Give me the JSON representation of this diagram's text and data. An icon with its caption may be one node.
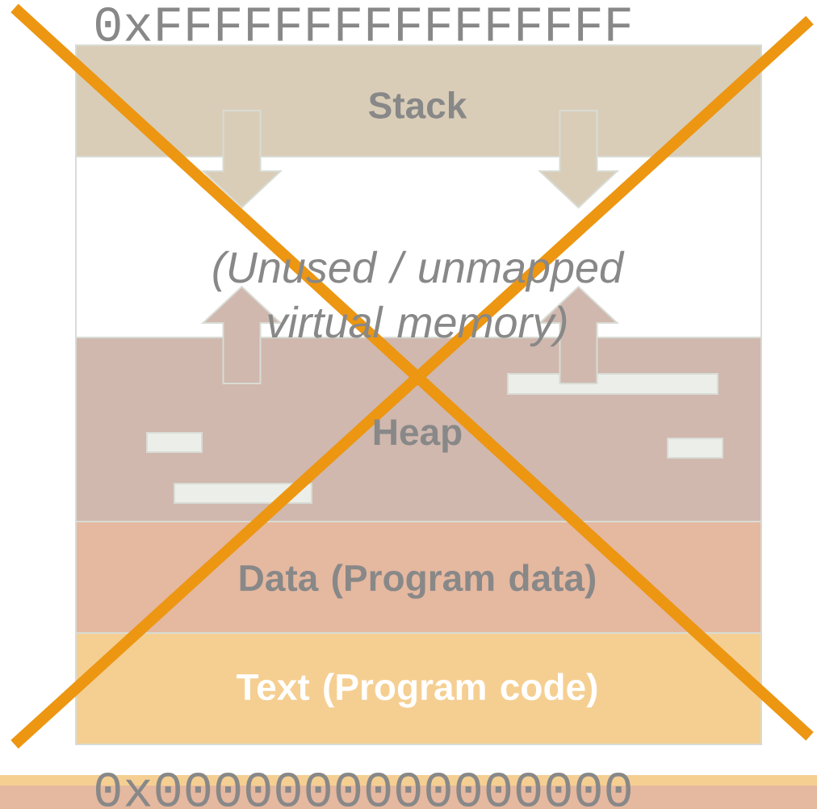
{
  "diagram": {
    "nodes": [
      {
        "text": [
          "Stack"
        ]
      },
      {
        "text": [
          "(Unused / unmapped virtual memory)"
        ]
      },
      {
        "text": [
          "Heap"
        ]
      },
      {
        "text": [],
        "shape": "bar",
        "in": 2
      },
      {
        "text": [],
        "shape": "bar",
        "in": 2
      },
      {
        "text": [],
        "shape": "bar",
        "in": 2
      },
      {
        "text": [],
        "shape": "bar",
        "in": 2
      },
      {
        "text": [
          "Data (Program data)"
        ]
      },
      {
        "text": [
          "Text (Program code)"
        ]
      }
    ],
    "edges": [
      {
        "from": 0,
        "to": 1,
        "arrow": "to"
      },
      {
        "from": 0,
        "to": 1,
        "arrow": "to"
      },
      {
        "from": 2,
        "to": 1,
        "arrow": "to"
      },
      {
        "from": 2,
        "to": 1,
        "arrow": "to"
      }
    ],
    "labels": [
      "0xFFFFFFFFFFFFFFFF",
      "0x0000000000000000"
    ]
  }
}
